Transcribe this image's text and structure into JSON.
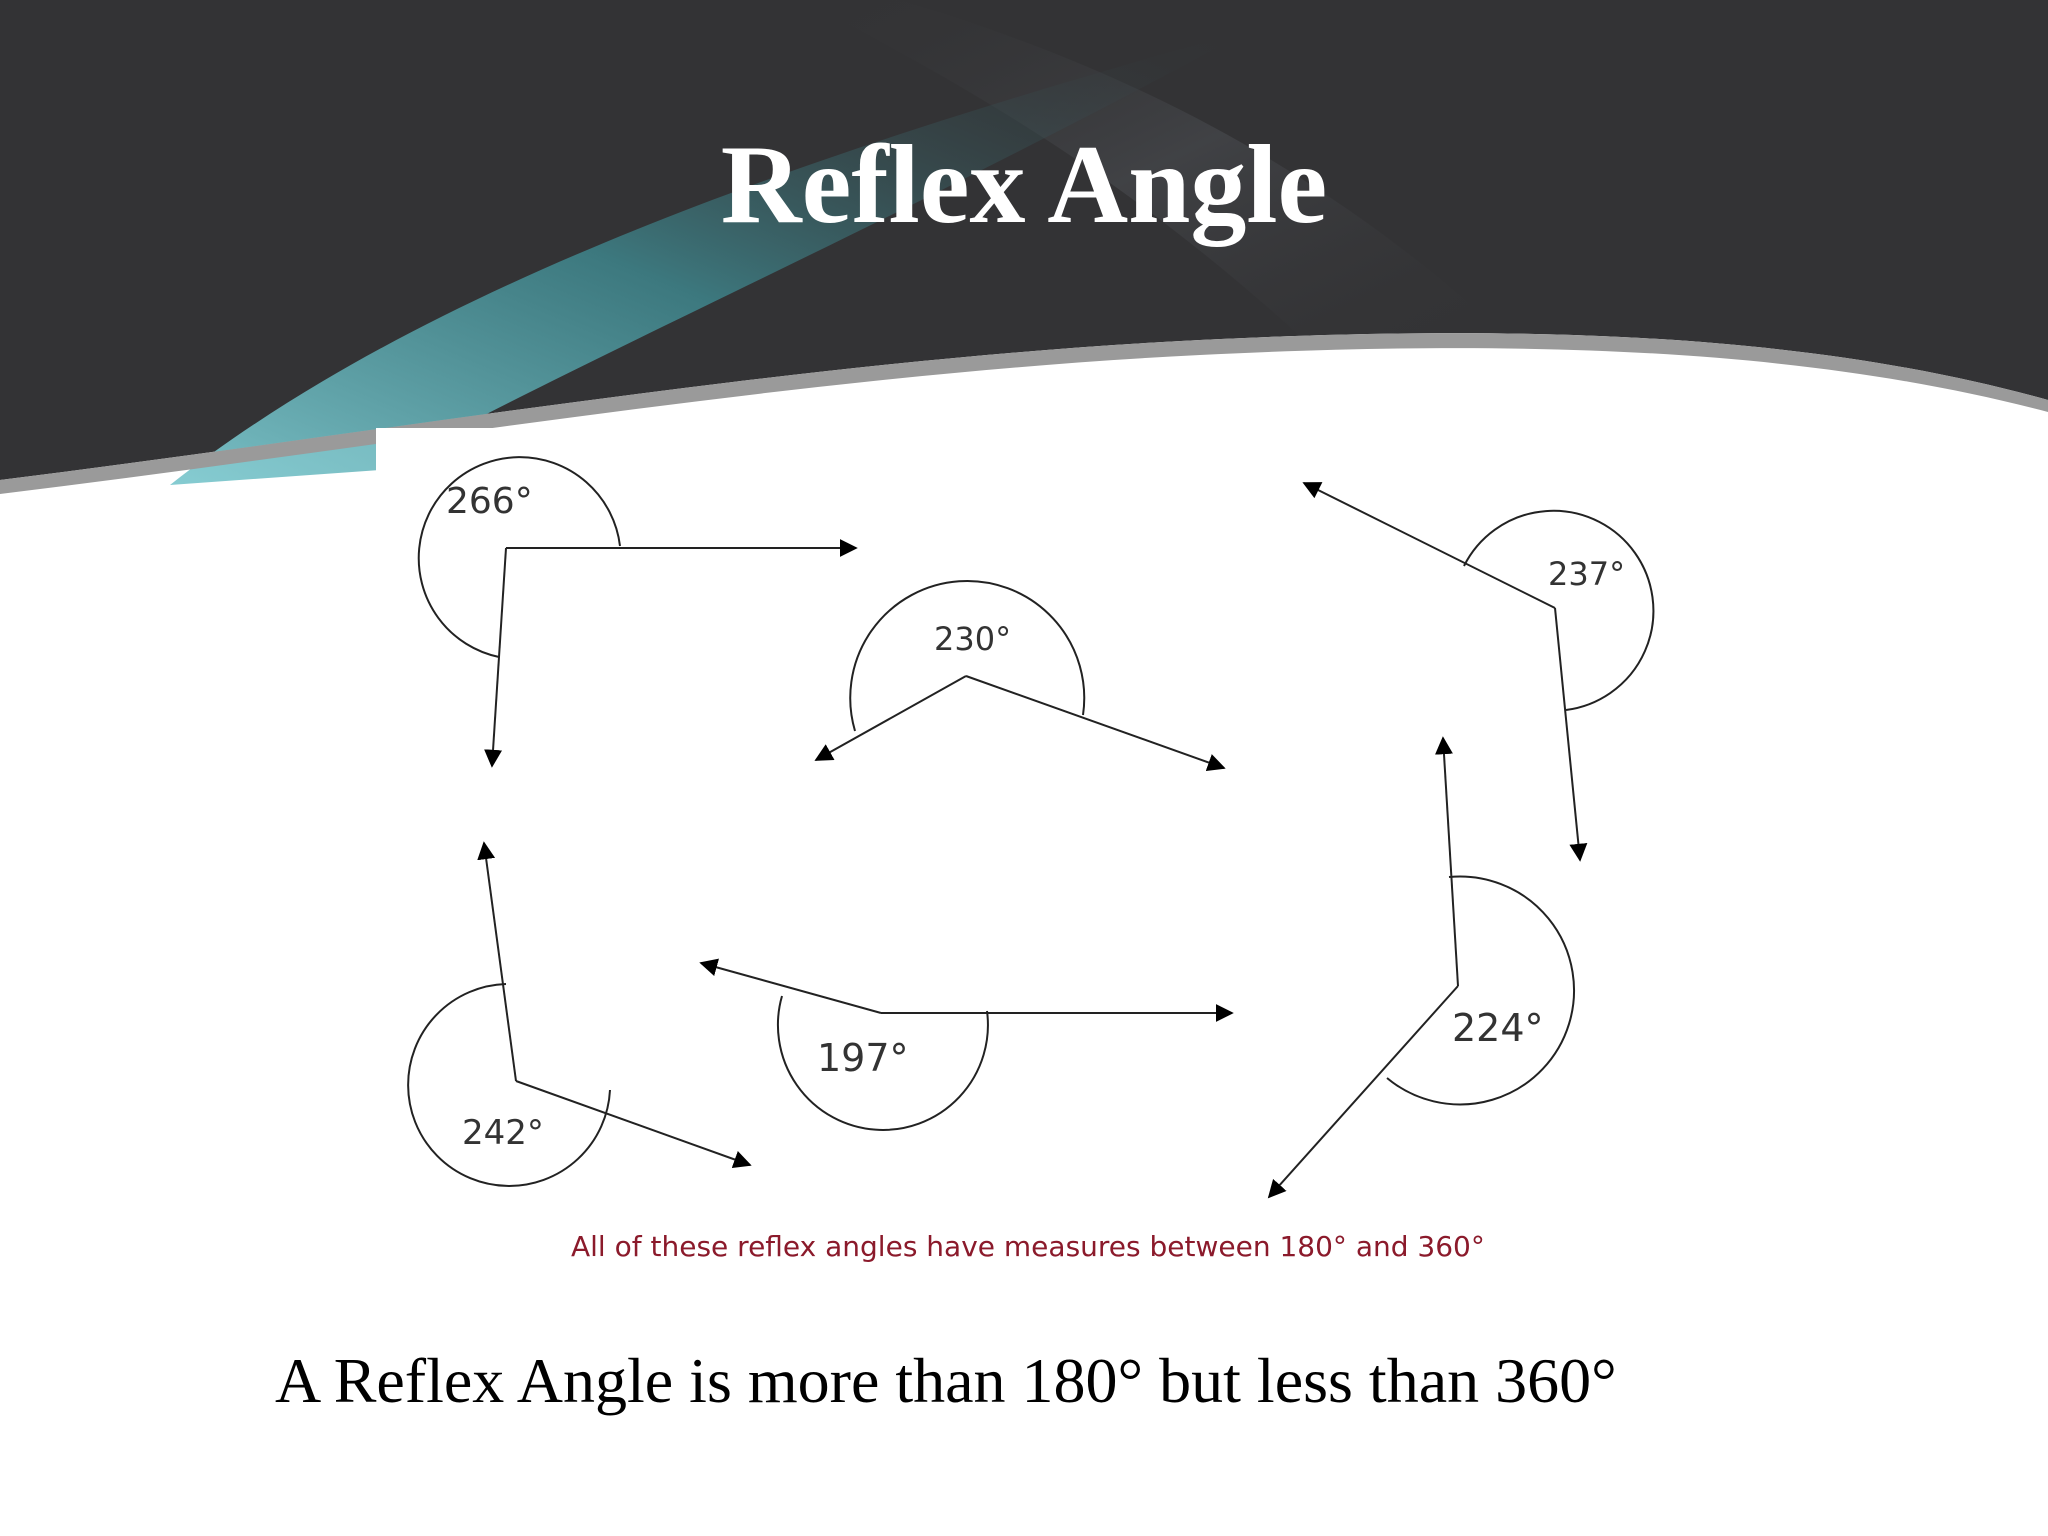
{
  "slide": {
    "title": "Reflex Angle",
    "statement": "A Reflex Angle is more than 180° but less than 360°"
  },
  "diagram": {
    "angle_labels": [
      "266°",
      "230°",
      "237°",
      "242°",
      "197°",
      "224°"
    ],
    "note": "All of these reflex angles have measures between 180° and 360°",
    "note_color": "#8b1a2b"
  },
  "theme": {
    "header_color": "#333335",
    "accent_teal": "#5fa8ad"
  }
}
